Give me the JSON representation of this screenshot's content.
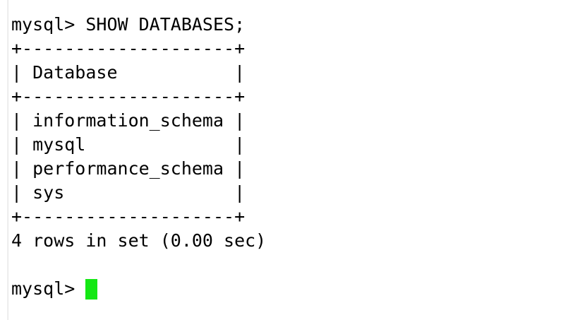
{
  "terminal": {
    "app": "mysql-client",
    "background_color": "#ffffff",
    "text_color": "#000000",
    "cursor_color": "#14e814",
    "command_line": "mysql> SHOW DATABASES;",
    "separator_top": "+--------------------+",
    "header_row": "| Database           |",
    "separator_mid": "+--------------------+",
    "rows": [
      "| information_schema |",
      "| mysql              |",
      "| performance_schema |",
      "| sys                |"
    ],
    "separator_bottom": "+--------------------+",
    "result_status": "4 rows in set (0.00 sec)",
    "blank_line": " ",
    "prompt": "mysql> ",
    "table": {
      "columns": [
        "Database"
      ],
      "values": [
        "information_schema",
        "mysql",
        "performance_schema",
        "sys"
      ],
      "row_count": 4,
      "elapsed_sec": "0.00"
    }
  }
}
